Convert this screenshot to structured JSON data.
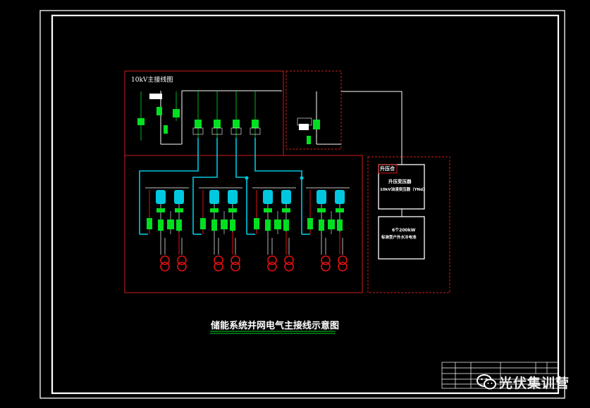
{
  "colors": {
    "background": "#000000",
    "frame": "#ffffff",
    "dashed_boundary": "#d01c1c",
    "busbar_cyan": "#00c8e0",
    "switchgear_green": "#00e020",
    "transformer_red": "#e01010",
    "title_underline": "#00d020"
  },
  "diagram": {
    "section_10kv_title": "10kV主接线图",
    "grid_box_title": "升压仓",
    "grid_box_line1": "升压变压器",
    "grid_box_line2": "10kV油浸变压器（YNd）",
    "storage_box_line1": "6个200kW",
    "storage_box_line2": "标准型户外水冷电池"
  },
  "title": {
    "main": "储能系统并网电气主接线示意图"
  },
  "watermark": {
    "text": "光伏集训营",
    "icon": "wechat-icon"
  }
}
